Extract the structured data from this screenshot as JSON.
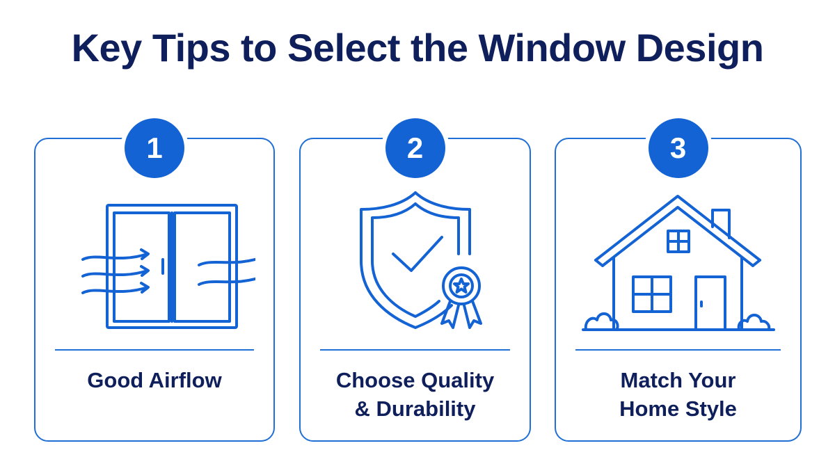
{
  "title": "Key Tips to Select the Window Design",
  "colors": {
    "primary": "#1463d4",
    "heading": "#0f1f5c",
    "border": "#1f6fd6"
  },
  "tips": [
    {
      "number": "1",
      "icon": "sliding-window-airflow-icon",
      "lines": [
        "Good Airflow"
      ]
    },
    {
      "number": "2",
      "icon": "shield-check-award-icon",
      "lines": [
        "Choose Quality",
        "& Durability"
      ]
    },
    {
      "number": "3",
      "icon": "house-icon",
      "lines": [
        "Match Your",
        "Home Style"
      ]
    }
  ]
}
